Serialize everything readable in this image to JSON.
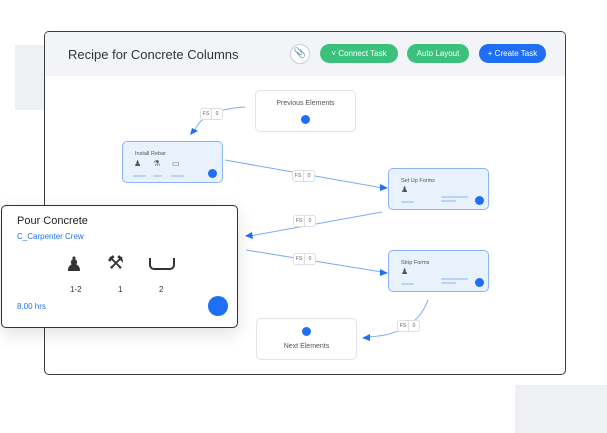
{
  "header": {
    "title": "Recipe for Concrete Columns",
    "attach_icon": "paperclip-icon",
    "connect_label": "Connect Task",
    "auto_layout_label": "Auto Layout",
    "create_label": "+ Create Task",
    "green": "#3cc17d",
    "blue": "#1f6ff5"
  },
  "nodes": {
    "previous": "Previous Elements",
    "next": "Next Elements",
    "install_rebar": "Install Rebar",
    "set_up_forms": "Set Up Forms",
    "strip_forms": "Strip Forms"
  },
  "edges": [
    {
      "type": "FS",
      "lag": "0"
    },
    {
      "type": "FS",
      "lag": "0"
    },
    {
      "type": "FS",
      "lag": "0"
    },
    {
      "type": "FS",
      "lag": "0"
    },
    {
      "type": "FS",
      "lag": "0"
    }
  ],
  "detail": {
    "title": "Pour Concrete",
    "crew": "C_Carpenter Crew",
    "resources": [
      {
        "icon": "workers-icon",
        "count": "1-2"
      },
      {
        "icon": "tools-icon",
        "count": "1"
      },
      {
        "icon": "cart-icon",
        "count": "2"
      }
    ],
    "duration": "8.00 hrs"
  }
}
